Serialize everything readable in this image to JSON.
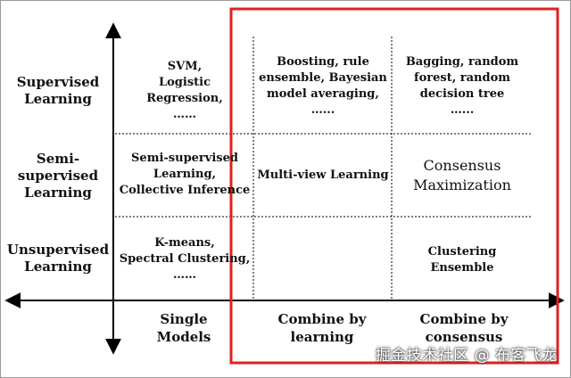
{
  "row_labels": {
    "supervised": "Supervised\nLearning",
    "semi_supervised": "Semi-\nsupervised\nLearning",
    "unsupervised": "Unsupervised\nLearning"
  },
  "column_labels": {
    "single": "Single\nModels",
    "combine_learning": "Combine by\nlearning",
    "combine_consensus": "Combine by\nconsensus"
  },
  "cells": {
    "supervised_single": "SVM,\nLogistic Regression,\n……",
    "supervised_learning": "Boosting, rule\nensemble, Bayesian\nmodel averaging,\n…...",
    "supervised_consensus": "Bagging, random\nforest, random\ndecision tree\n…...",
    "semi_single": "Semi-supervised\nLearning,\nCollective Inference",
    "semi_learning": "Multi-view Learning",
    "semi_consensus": "Consensus\nMaximization",
    "unsup_single": "K-means,\nSpectral Clustering,\n……",
    "unsup_consensus": "Clustering Ensemble"
  },
  "watermark": "掘金技术社区 @ 布客飞龙",
  "colors": {
    "highlight_box": "#e02020",
    "axis": "#000000",
    "grid": "#000000"
  }
}
